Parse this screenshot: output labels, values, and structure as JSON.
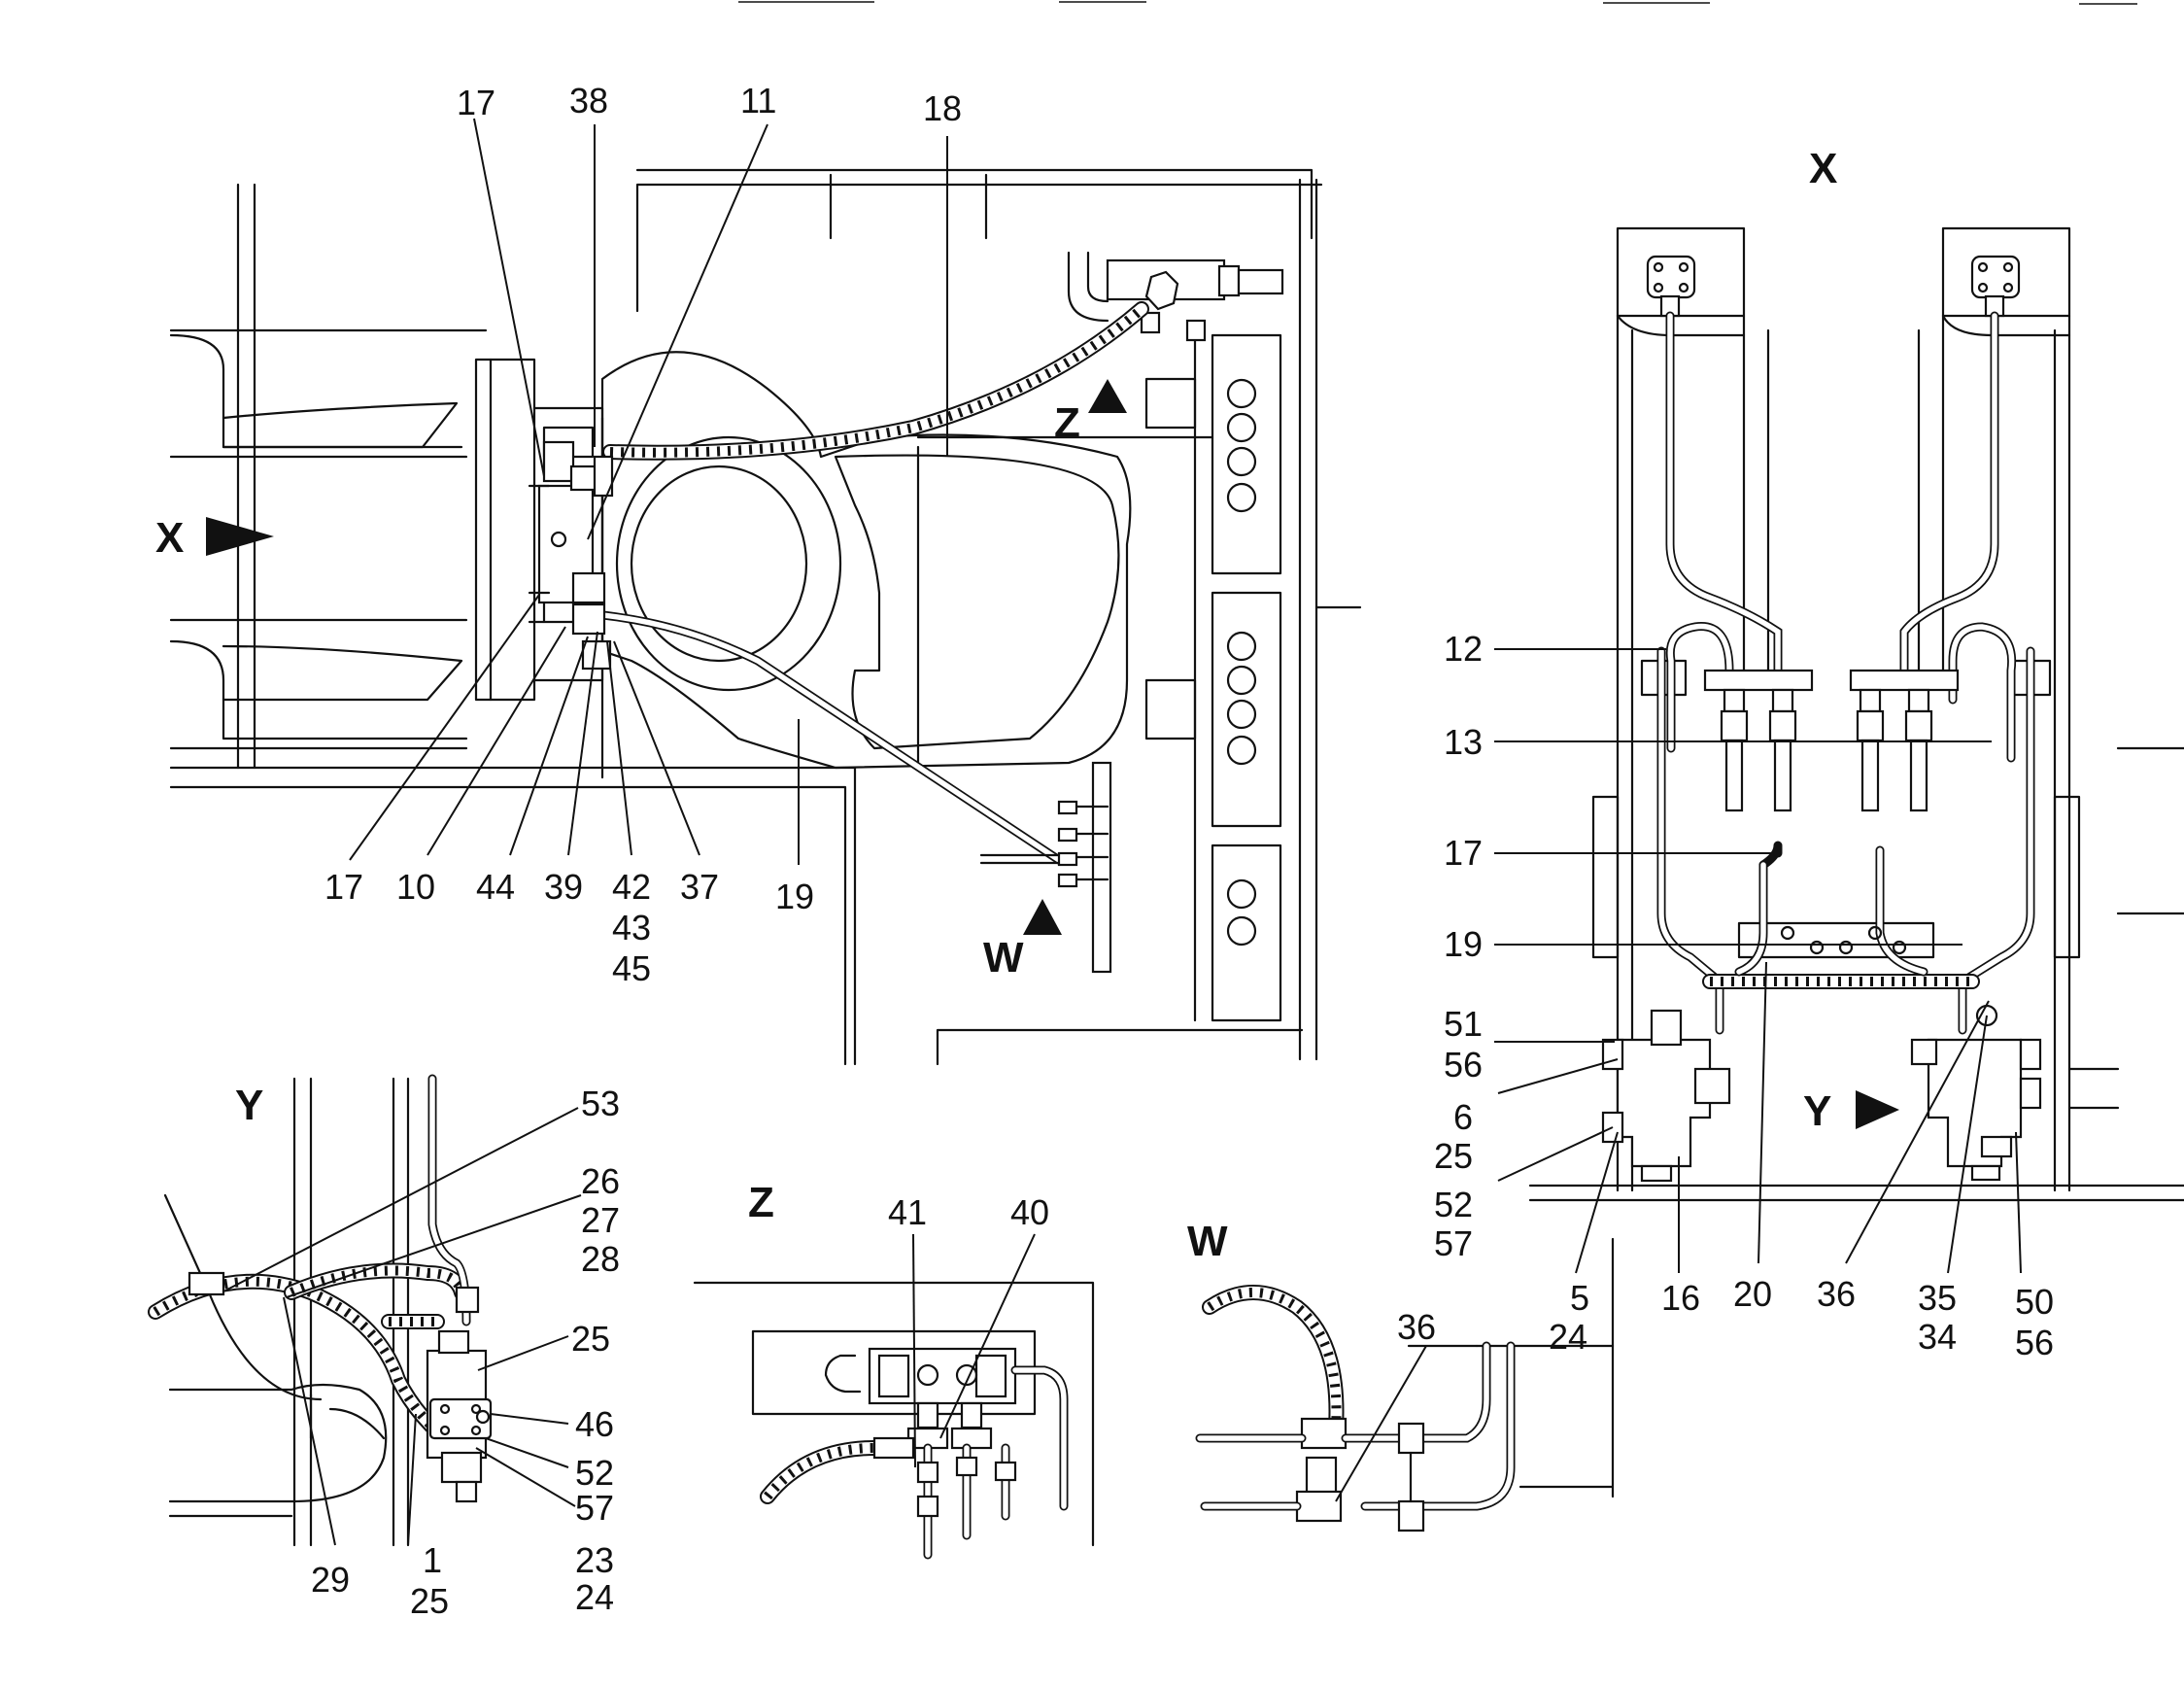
{
  "views": {
    "x": "X",
    "y": "Y",
    "z": "Z",
    "w": "W"
  },
  "markers": {
    "x_arrow": "X",
    "z_arrow": "Z",
    "w_arrow": "W",
    "y_arrow": "Y"
  },
  "callouts": {
    "main": [
      "17",
      "38",
      "11",
      "18",
      "17",
      "10",
      "44",
      "39",
      "42",
      "43",
      "45",
      "37",
      "19"
    ],
    "x_view": [
      "12",
      "13",
      "17",
      "19",
      "51",
      "56",
      "6",
      "25",
      "52",
      "57",
      "5",
      "24",
      "16",
      "20",
      "36",
      "35",
      "34",
      "50",
      "56"
    ],
    "y_view": [
      "53",
      "26",
      "27",
      "28",
      "25",
      "46",
      "52",
      "57",
      "23",
      "24",
      "29",
      "1",
      "25"
    ],
    "z_view": [
      "41",
      "40"
    ],
    "w_view": [
      "36"
    ]
  }
}
